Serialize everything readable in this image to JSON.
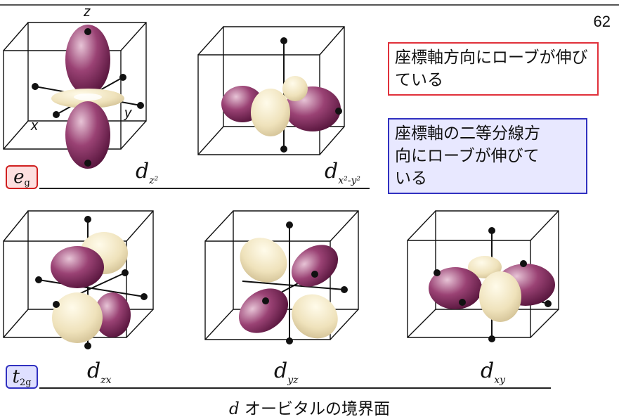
{
  "page_number": "62",
  "notes": {
    "eg_description": "座標軸方向にローブが伸びている",
    "t2g_description_line1": "座標軸の二等分線方",
    "t2g_description_line2": "向にローブが伸びて",
    "t2g_description_line3": "いる"
  },
  "groups": {
    "eg": {
      "base": "e",
      "sub": "g"
    },
    "t2g": {
      "base": "t",
      "sub": "2g"
    }
  },
  "orbitals": [
    {
      "base": "d",
      "sub": "z²"
    },
    {
      "base": "d",
      "sub": "x²-y²"
    },
    {
      "base": "d",
      "sub": "zx"
    },
    {
      "base": "d",
      "sub": "yz"
    },
    {
      "base": "d",
      "sub": "xy"
    }
  ],
  "axes": {
    "z": "z",
    "x": "x",
    "y": "y"
  },
  "caption": {
    "symbol": "d",
    "text": " オービタルの境界面"
  },
  "colors": {
    "lobe_purple": "#8a2e62",
    "lobe_cream": "#f1e6c4",
    "red_border": "#e0303a",
    "blue_border": "#3030c0",
    "blue_fill": "#e8e8ff"
  }
}
